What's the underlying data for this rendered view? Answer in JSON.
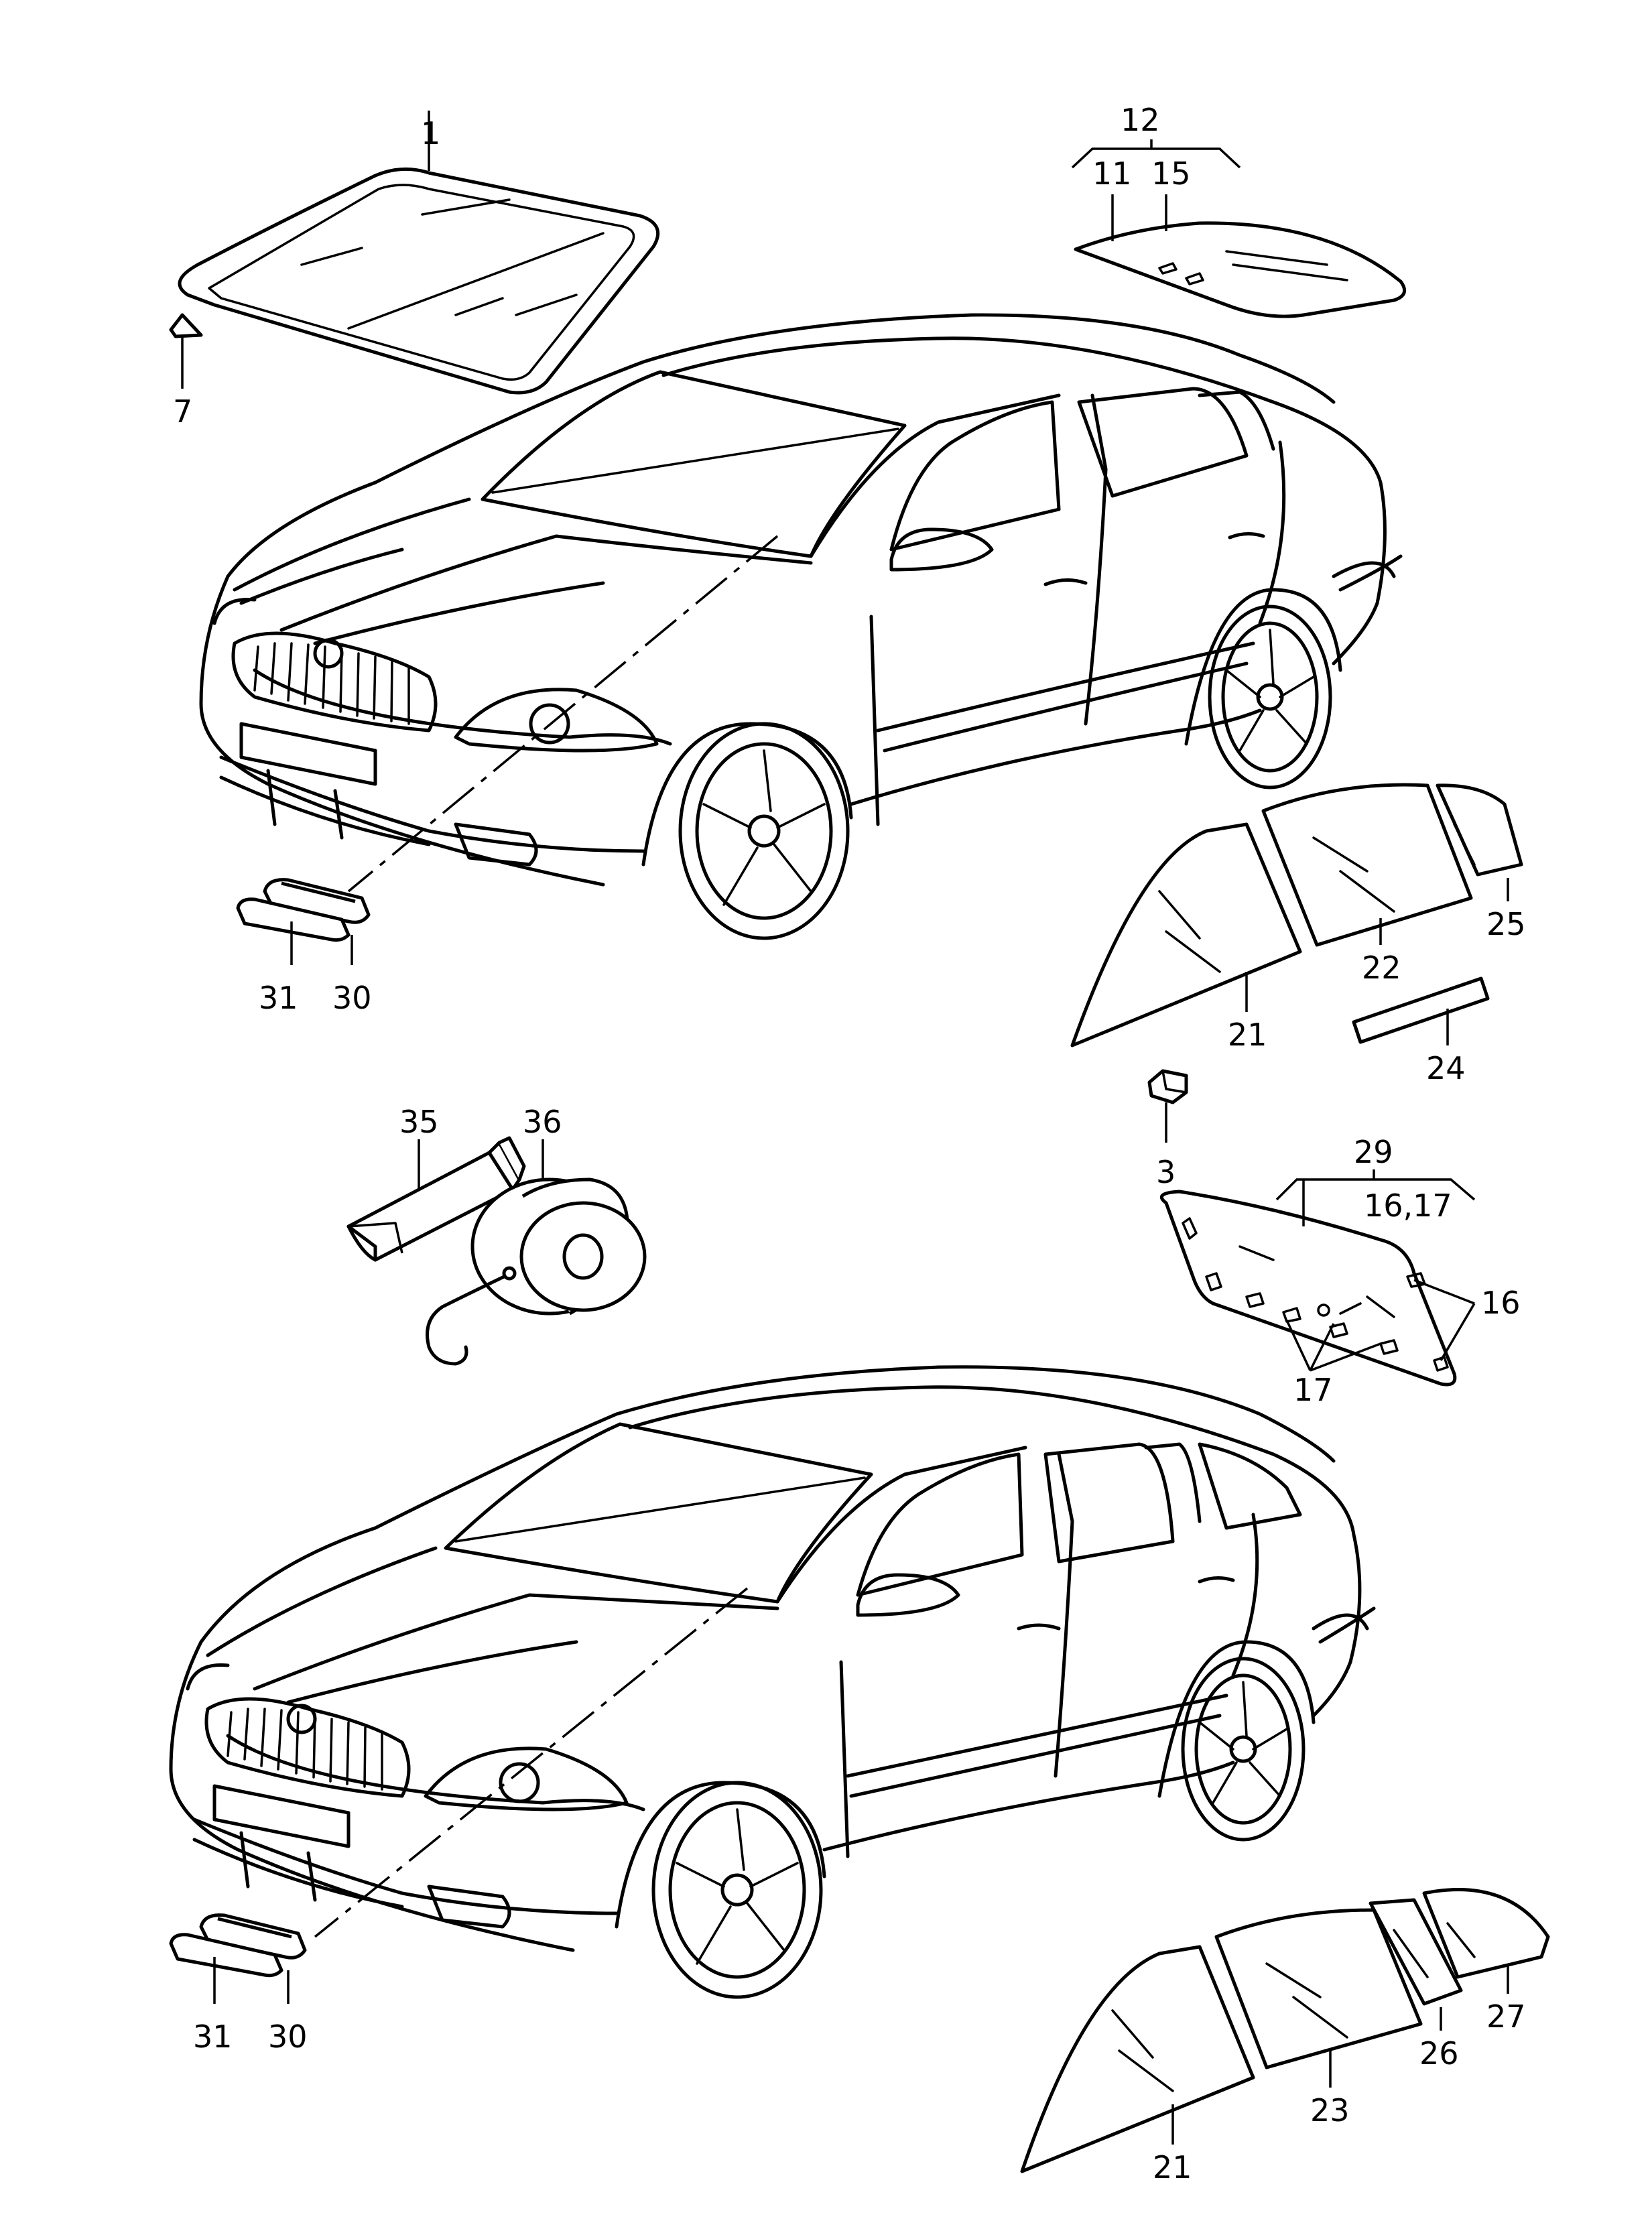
{
  "callouts": {
    "c1": "1",
    "c7": "7",
    "c12": "12",
    "c11": "11",
    "c15": "15",
    "c31a": "31",
    "c30a": "30",
    "c25": "25",
    "c22": "22",
    "c21a": "21",
    "c24": "24",
    "c3": "3",
    "c35": "35",
    "c36": "36",
    "c29": "29",
    "c16_17": "16,17",
    "c16": "16",
    "c17": "17",
    "c31b": "31",
    "c30b": "30",
    "c27": "27",
    "c26": "26",
    "c23": "23",
    "c21b": "21"
  }
}
